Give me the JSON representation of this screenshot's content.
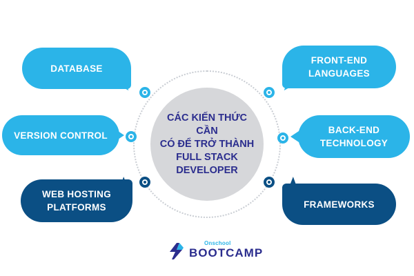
{
  "center": {
    "title": "CÁC KIẾN THỨC CẦN\nCÓ ĐỂ TRỞ THÀNH\nFULL STACK\nDEVELOPER"
  },
  "left_items": [
    {
      "label": "DATABASE"
    },
    {
      "label": "VERSION CONTROL"
    },
    {
      "label": "WEB HOSTING\nPLATFORMS"
    }
  ],
  "right_items": [
    {
      "label": "FRONT-END\nLANGUAGES"
    },
    {
      "label": "BACK-END\nTECHNOLOGY"
    },
    {
      "label": "FRAMEWORKS"
    }
  ],
  "logo": {
    "small_text": "Onschool",
    "big_text": "BOOTCAMP"
  },
  "colors": {
    "light_blue": "#2bb4e8",
    "dark_blue": "#0b4f84",
    "center_fill": "#d6d7da",
    "center_text": "#2b2d8e"
  }
}
